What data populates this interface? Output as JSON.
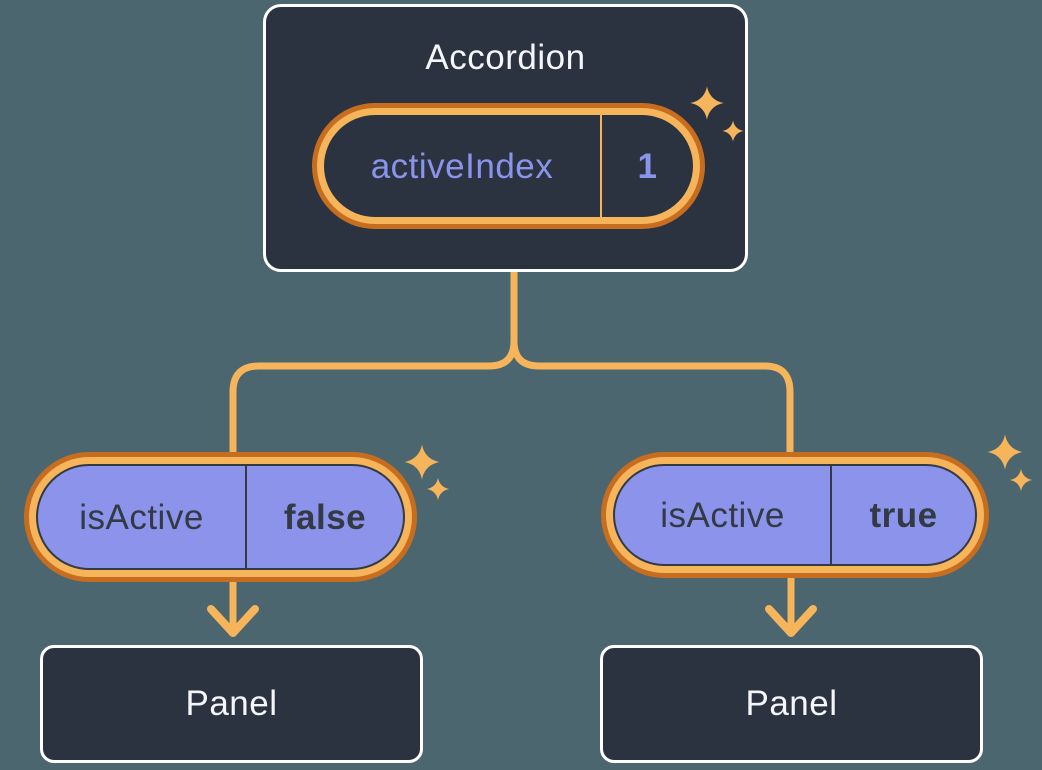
{
  "colors": {
    "background": "#4C666F",
    "node_fill": "#2C3340",
    "node_border": "#FFFFFF",
    "node_text": "#F4F6F9",
    "accent_light_orange": "#F6B45B",
    "accent_dark_orange": "#C76D1F",
    "pill_purple_fill": "#8B93EA",
    "purple_text": "#8A94EC",
    "dark_slate_text": "#333A45"
  },
  "icons": {
    "sparkles": "✦✧",
    "down_arrow": "↓"
  },
  "accordion": {
    "title": "Accordion",
    "state_pill": {
      "key": "activeIndex",
      "value": "1"
    }
  },
  "left_branch": {
    "prop_pill": {
      "key": "isActive",
      "value": "false"
    },
    "panel": {
      "title": "Panel"
    }
  },
  "right_branch": {
    "prop_pill": {
      "key": "isActive",
      "value": "true"
    },
    "panel": {
      "title": "Panel"
    }
  }
}
